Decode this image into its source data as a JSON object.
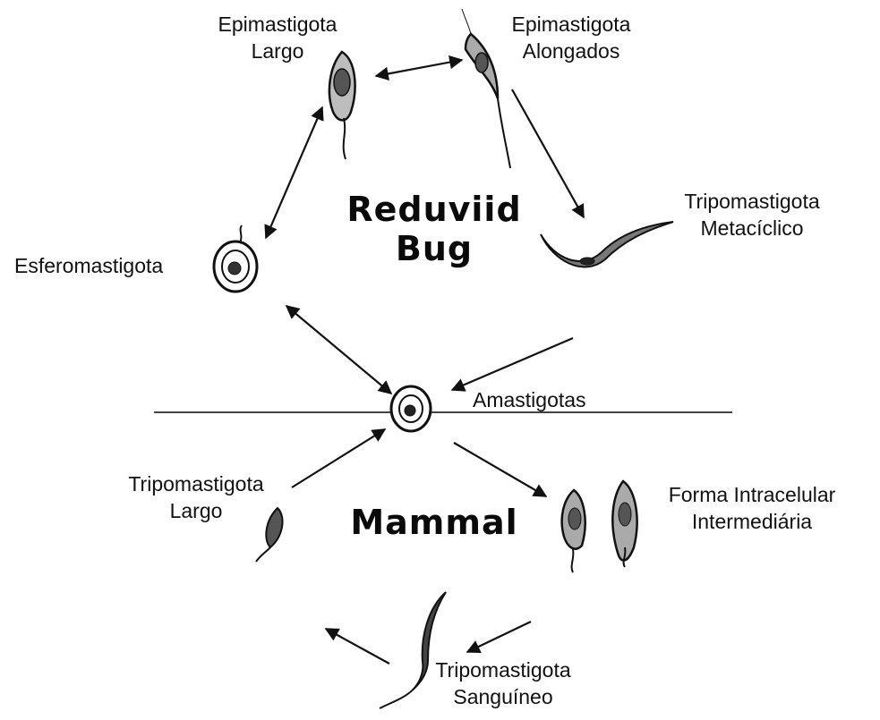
{
  "hosts": {
    "vector": [
      "Reduviid",
      "Bug"
    ],
    "mammal": "Mammal"
  },
  "stages": {
    "epimastigota_largo": [
      "Epimastigota",
      "Largo"
    ],
    "epimastigota_alongados": [
      "Epimastigota",
      "Alongados"
    ],
    "tripomastigota_metaciclico": [
      "Tripomastigota",
      "Metacíclico"
    ],
    "esferomastigota": "Esferomastigota",
    "amastigotas": "Amastigotas",
    "tripomastigota_largo": [
      "Tripomastigota",
      "Largo"
    ],
    "forma_intracelular": [
      "Forma Intracelular",
      "Intermediária"
    ],
    "tripomastigota_sanguineo": [
      "Tripomastigota",
      "Sanguíneo"
    ]
  }
}
